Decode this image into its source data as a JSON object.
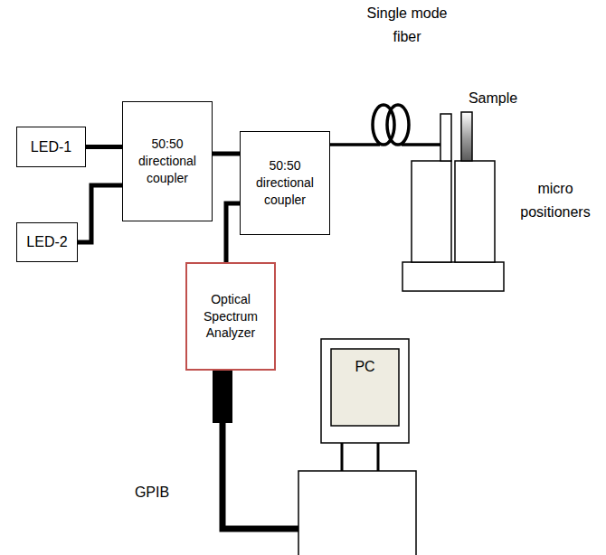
{
  "diagram": {
    "nodes": [
      {
        "text": [
          "LED-1"
        ]
      },
      {
        "text": [
          "LED-2"
        ]
      },
      {
        "text": [
          "50:50 directional coupler"
        ]
      },
      {
        "text": [
          "50:50 directional coupler"
        ]
      },
      {
        "text": [
          "Optical Spectrum Analyzer"
        ]
      },
      {
        "text": [
          "PC"
        ]
      }
    ],
    "edges": [
      {
        "from": 0,
        "to": 2,
        "arrow": "none"
      },
      {
        "from": 1,
        "to": 2,
        "arrow": "none"
      },
      {
        "from": 2,
        "to": 3,
        "arrow": "none"
      },
      {
        "from": 3,
        "to": 4,
        "arrow": "none"
      },
      {
        "from": 4,
        "to": 5,
        "arrow": "none"
      }
    ],
    "labels": [
      "Single mode fiber",
      "Sample",
      "micro positioners",
      "GPIB"
    ]
  }
}
